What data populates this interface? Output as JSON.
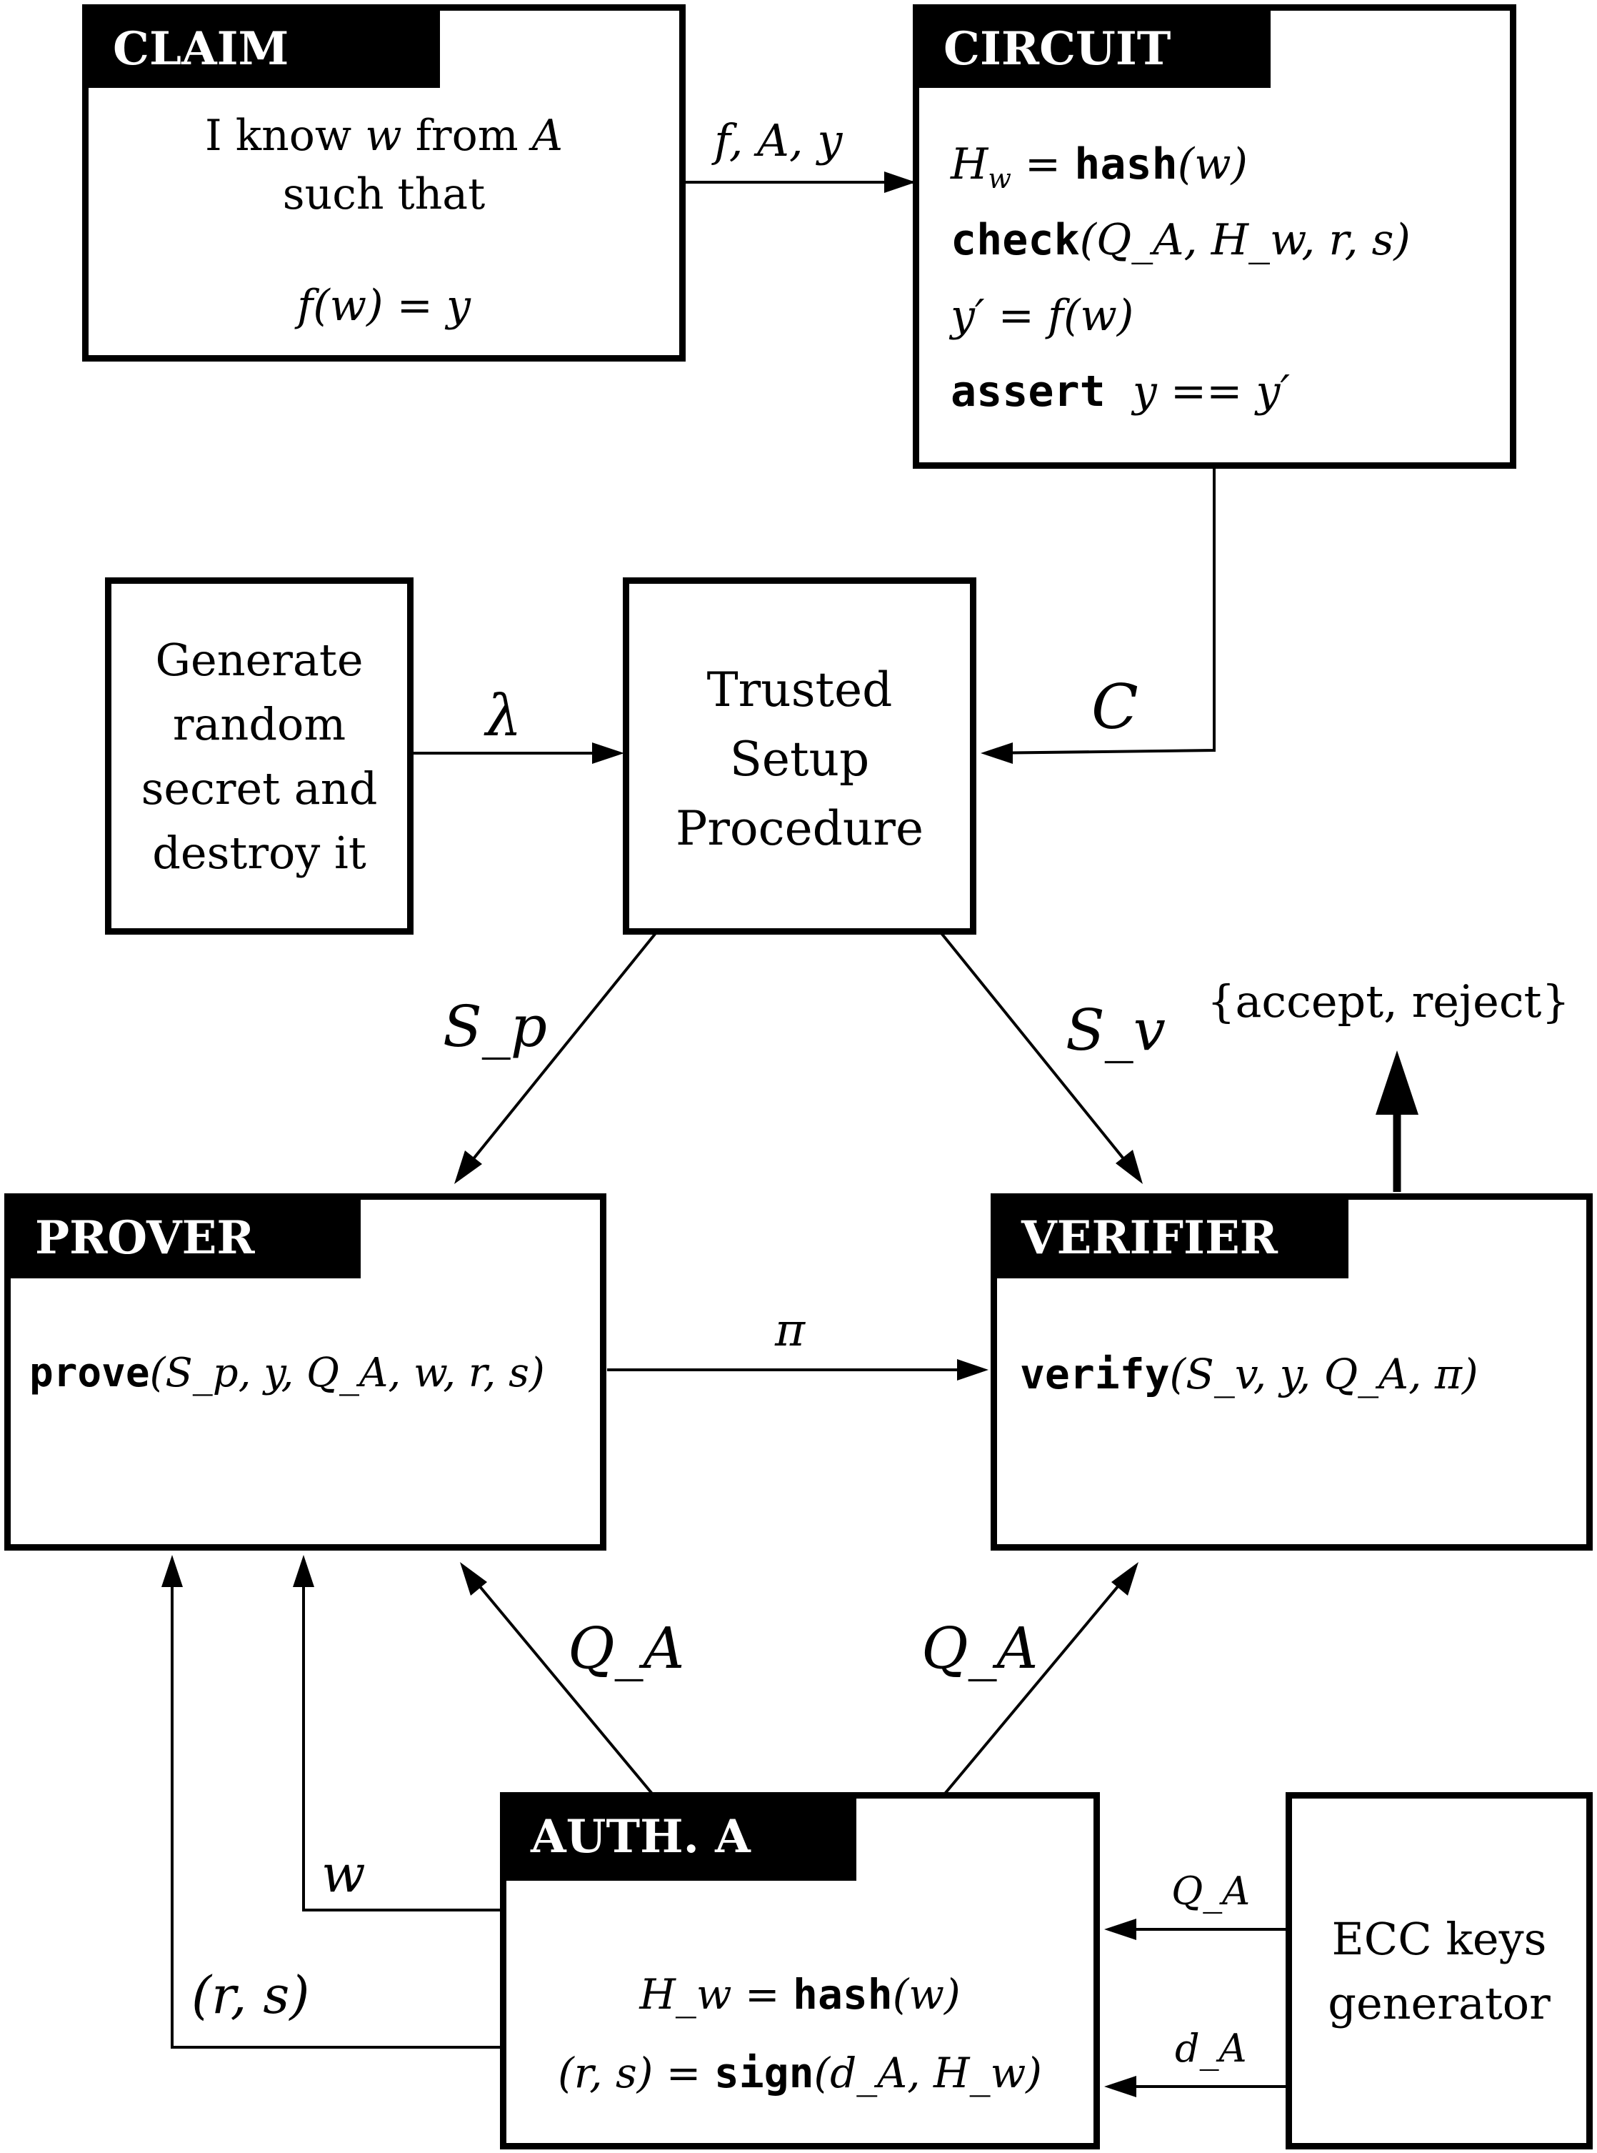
{
  "claim": {
    "header": "CLAIM",
    "line1_pre": "I know ",
    "line1_var": "w",
    "line1_mid": " from ",
    "line1_var2": "A",
    "line2": "such that",
    "equation": "f(w) = y"
  },
  "circuit": {
    "header": "CIRCUIT",
    "l1_lhs": "H",
    "l1_sub": "w",
    "l1_eq": " = ",
    "l1_fn": "hash",
    "l1_args": "(w)",
    "l2_fn": "check",
    "l2_args": "(Q_A, H_w, r, s)",
    "l3": "y′ = f(w)",
    "l4_kw": "assert",
    "l4_expr": "y == y′"
  },
  "generate": {
    "lines": [
      "Generate",
      "random",
      "secret and",
      "destroy it"
    ]
  },
  "trusted": {
    "lines": [
      "Trusted",
      "Setup",
      "Procedure"
    ]
  },
  "prover": {
    "header": "PROVER",
    "fn": "prove",
    "args": "(S_p, y, Q_A, w, r, s)"
  },
  "verifier": {
    "header": "VERIFIER",
    "fn": "verify",
    "args": "(S_v, y, Q_A, π)"
  },
  "auth": {
    "header": "AUTH. A",
    "l1_lhs": "H_w = ",
    "l1_fn": "hash",
    "l1_args": "(w)",
    "l2_lhs": "(r, s) = ",
    "l2_fn": "sign",
    "l2_args": "(d_A, H_w)"
  },
  "ecc": {
    "lines": [
      "ECC keys",
      "generator"
    ]
  },
  "edges": {
    "claim_to_circuit": "f, A, y",
    "circuit_to_trusted": "C",
    "generate_to_trusted": "λ",
    "trusted_to_prover": "S_p",
    "trusted_to_verifier": "S_v",
    "prover_to_verifier": "π",
    "verifier_output": "{accept, reject}",
    "auth_to_prover_Q": "Q_A",
    "auth_to_verifier_Q": "Q_A",
    "auth_to_prover_w": "w",
    "auth_to_prover_rs": "(r, s)",
    "ecc_to_auth_Q": "Q_A",
    "ecc_to_auth_d": "d_A"
  }
}
